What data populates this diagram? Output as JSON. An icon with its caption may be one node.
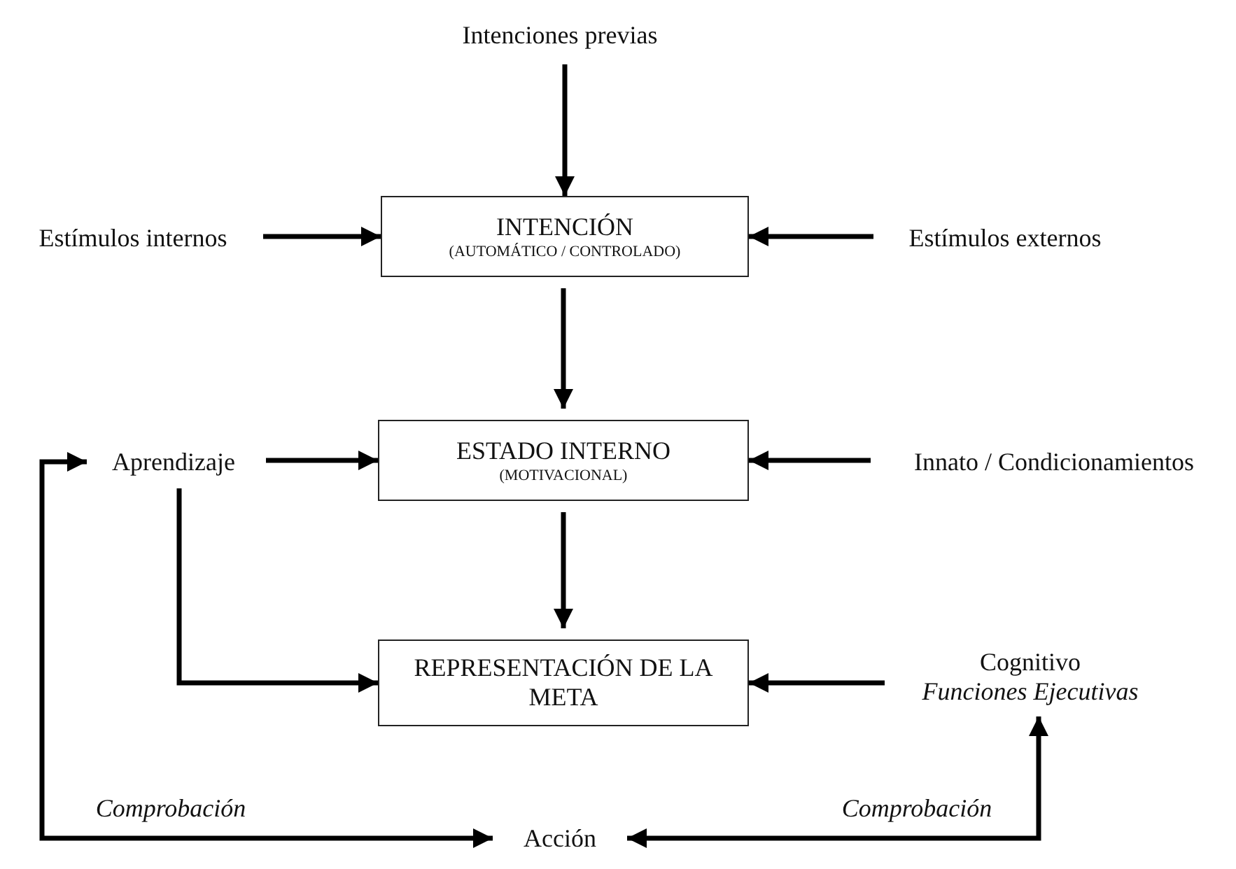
{
  "diagram": {
    "nodes": [
      {
        "text": [
          "Intenciones previas"
        ]
      },
      {
        "text": [
          "Estímulos internos"
        ]
      },
      {
        "text": [
          "INTENCIÓN",
          "(AUTOMÁTICO / CONTROLADO)"
        ]
      },
      {
        "text": [
          "Estímulos externos"
        ]
      },
      {
        "text": [
          "Aprendizaje"
        ]
      },
      {
        "text": [
          "ESTADO INTERNO",
          "(MOTIVACIONAL)"
        ]
      },
      {
        "text": [
          "Innato / Condicionamientos"
        ]
      },
      {
        "text": [
          "REPRESENTACIÓN DE LA META"
        ]
      },
      {
        "text": [
          "Cognitivo",
          "Funciones Ejecutivas"
        ]
      },
      {
        "text": [
          "Acción"
        ]
      }
    ],
    "edges": [
      {
        "from": 0,
        "to": 2,
        "arrow": "to"
      },
      {
        "from": 1,
        "to": 2,
        "arrow": "to"
      },
      {
        "from": 3,
        "to": 2,
        "arrow": "to"
      },
      {
        "from": 2,
        "to": 5,
        "arrow": "to"
      },
      {
        "from": 4,
        "to": 5,
        "arrow": "to"
      },
      {
        "from": 6,
        "to": 5,
        "arrow": "to"
      },
      {
        "from": 5,
        "to": 7,
        "arrow": "to"
      },
      {
        "from": 4,
        "to": 7,
        "arrow": "to"
      },
      {
        "from": 8,
        "to": 7,
        "arrow": "to"
      },
      {
        "from": 9,
        "to": 4,
        "arrow": "both",
        "label": "Comprobación"
      },
      {
        "from": 9,
        "to": 8,
        "arrow": "both",
        "label": "Comprobación"
      }
    ]
  }
}
